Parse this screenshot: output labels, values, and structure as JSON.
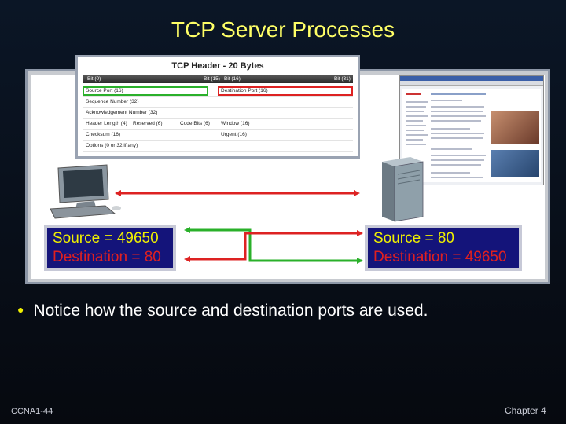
{
  "slide": {
    "title": "TCP Server Processes",
    "bullet": "Notice how the source and destination ports are used.",
    "footer_left": "CCNA1-44",
    "footer_right": "Chapter 4"
  },
  "tcp_header": {
    "title": "TCP Header - 20 Bytes",
    "bits": [
      "Bit (0)",
      "Bit (15)",
      "Bit (16)",
      "Bit (31)"
    ],
    "rows": [
      [
        "Source Port (16)",
        "Destination Port (16)"
      ],
      [
        "Sequence Number (32)"
      ],
      [
        "Acknowledgement Number (32)"
      ],
      [
        "Header Length (4)",
        "Reserved (6)",
        "Code Bits (6)",
        "Window (16)"
      ],
      [
        "Checksum (16)",
        "Urgent (16)"
      ],
      [
        "Options (0 or 32 if any)"
      ]
    ]
  },
  "client": {
    "source": "Source = 49650",
    "destination": "Destination = 80"
  },
  "server": {
    "source": "Source = 80",
    "destination": "Destination = 49650"
  },
  "colors": {
    "title": "#ffff66",
    "source": "#f0f000",
    "destination": "#e02020",
    "green": "#2ab02a",
    "red": "#dd2222",
    "label_bg": "#14147a"
  }
}
